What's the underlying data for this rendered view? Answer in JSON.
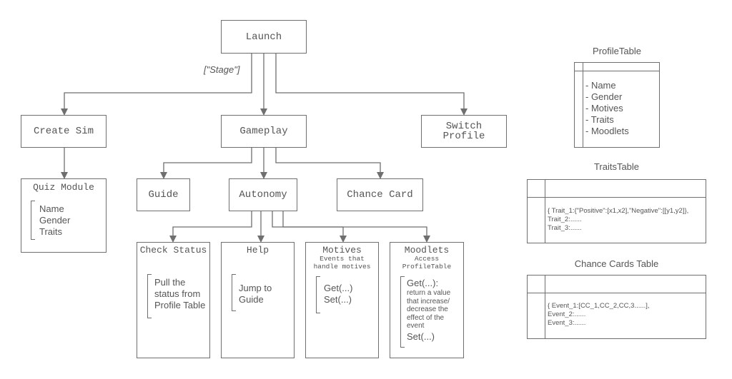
{
  "stage_label": "[\"Stage\"]",
  "nodes": {
    "launch": "Launch",
    "create_sim": "Create Sim",
    "gameplay": "Gameplay",
    "switch_profile": "Switch\nProfile",
    "quiz_module": {
      "title": "Quiz Module",
      "items": "Name\nGender\nTraits"
    },
    "guide": "Guide",
    "autonomy": "Autonomy",
    "chance_card": "Chance Card",
    "check_status": {
      "title": "Check Status",
      "body": "Pull the\nstatus from\nProfile Table"
    },
    "help": {
      "title": "Help",
      "body": "Jump to\nGuide"
    },
    "motives": {
      "title": "Motives",
      "subtitle": "Events that\nhandle motives",
      "body": "Get(...)\nSet(...)"
    },
    "moodlets": {
      "title": "Moodlets",
      "subtitle": "Access\nProfileTable",
      "get": "Get(...):",
      "desc": "return a value\nthat increase/\ndecrease the\neffect of the\nevent",
      "set": "Set(...)"
    }
  },
  "tables": {
    "profile": {
      "title": "ProfileTable",
      "rows": "- Name\n- Gender\n- Motives\n- Traits\n- Moodlets"
    },
    "traits": {
      "title": "TraitsTable",
      "rows": "{ Trait_1:{\"Positive\":[x1,x2],\"Negative\":[[y1,y2]},\n   Trait_2:......\n   Trait_3:......"
    },
    "chance_cards": {
      "title": "Chance Cards Table",
      "rows": "{ Event_1:[CC_1,CC_2,CC,3......],\n   Event_2:......\n   Event_3:......"
    }
  },
  "colors": {
    "line": "#6f6f6f",
    "text": "#555555"
  }
}
